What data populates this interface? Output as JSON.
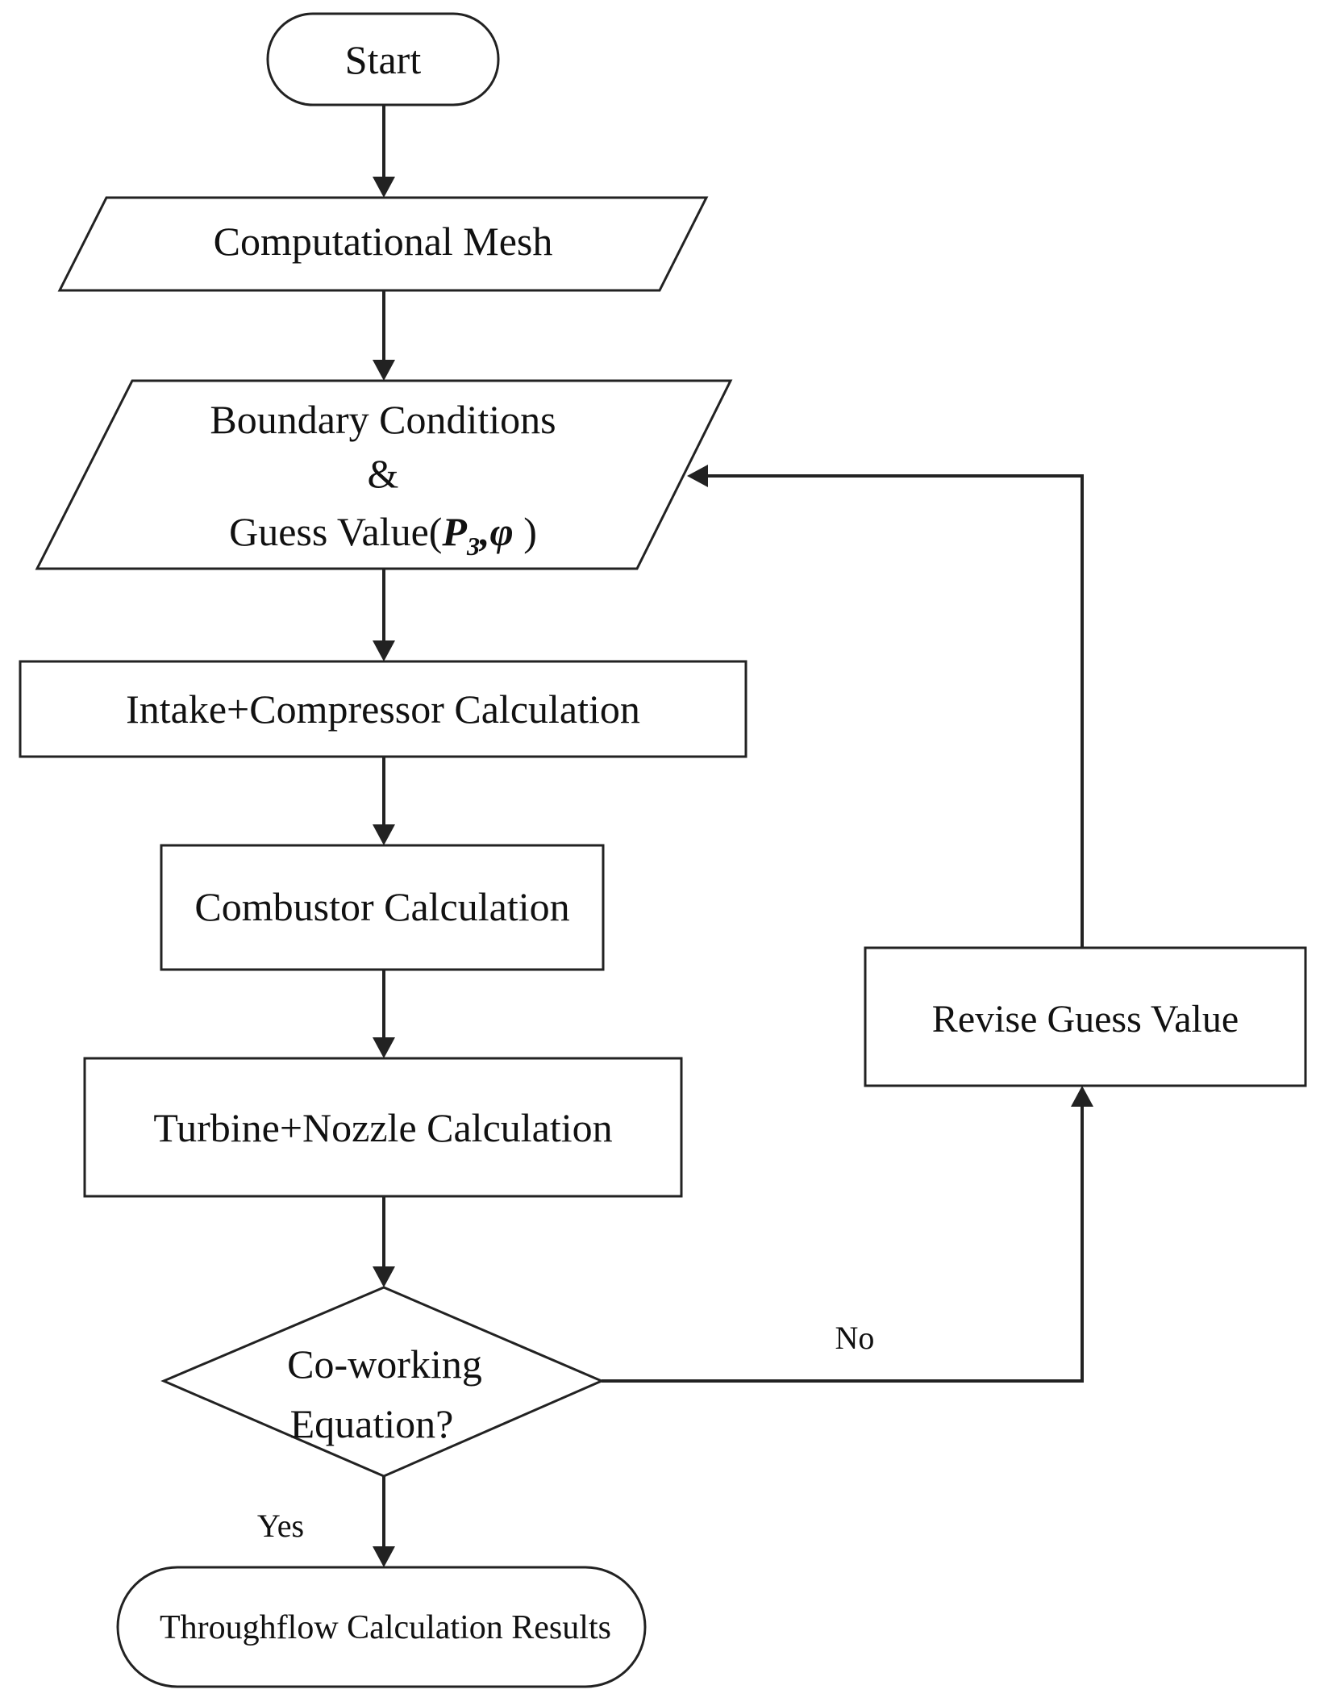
{
  "nodes": {
    "start": {
      "label": "Start"
    },
    "mesh": {
      "label": "Computational Mesh"
    },
    "boundary": {
      "line1": "Boundary Conditions",
      "line2": "&",
      "line3_prefix": "Guess Value(",
      "line3_p": "P",
      "line3_p_sub": "3",
      "line3_comma": ",",
      "line3_phi": "φ",
      "line3_suffix": " )"
    },
    "intake": {
      "label": "Intake+Compressor Calculation"
    },
    "combustor": {
      "label": "Combustor Calculation"
    },
    "turbine": {
      "label": "Turbine+Nozzle Calculation"
    },
    "decision": {
      "line1": "Co-working",
      "line2": "Equation?"
    },
    "revise": {
      "label": "Revise Guess Value"
    },
    "end": {
      "label": "Throughflow Calculation Results"
    }
  },
  "edges": {
    "no_label": "No",
    "yes_label": "Yes"
  }
}
